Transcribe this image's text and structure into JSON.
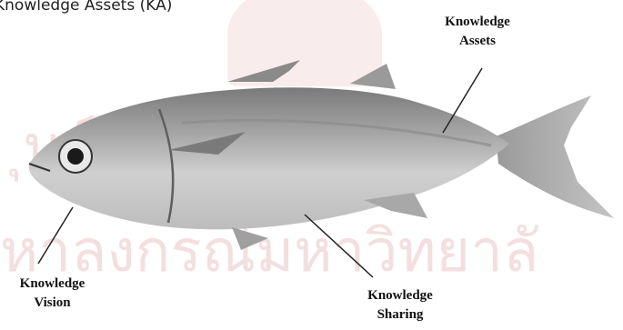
{
  "header": {
    "text": "Knowledge Assets (KA)"
  },
  "labels": {
    "assets": [
      "Knowledge",
      "Assets"
    ],
    "vision": [
      "Knowledge",
      "Vision"
    ],
    "sharing": [
      "Knowledge",
      "Sharing"
    ]
  },
  "watermark": {
    "line1": "ุนย์วิทยทรัพยากร",
    "line2": "หาลงกรณ์มหาวิทยาลั"
  },
  "colors": {
    "watermark": "#f2dcdc",
    "fish_body": "#b8b8b8",
    "fish_dark": "#6e6e6e",
    "arrow": "#222222"
  }
}
